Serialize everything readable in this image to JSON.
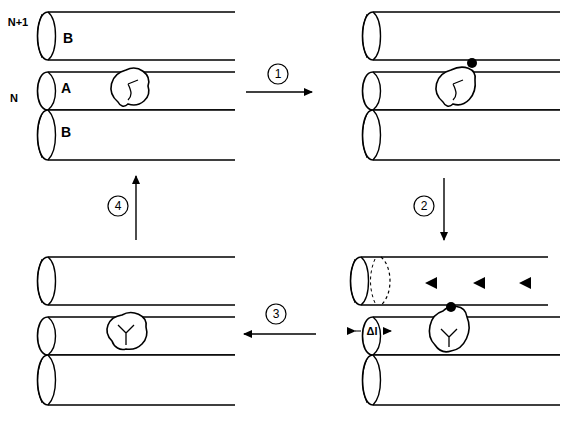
{
  "diagram": {
    "labels": [
      "N+1",
      "B",
      "N",
      "A",
      "B",
      "1",
      "2",
      "3",
      "4",
      "Δl"
    ]
  }
}
